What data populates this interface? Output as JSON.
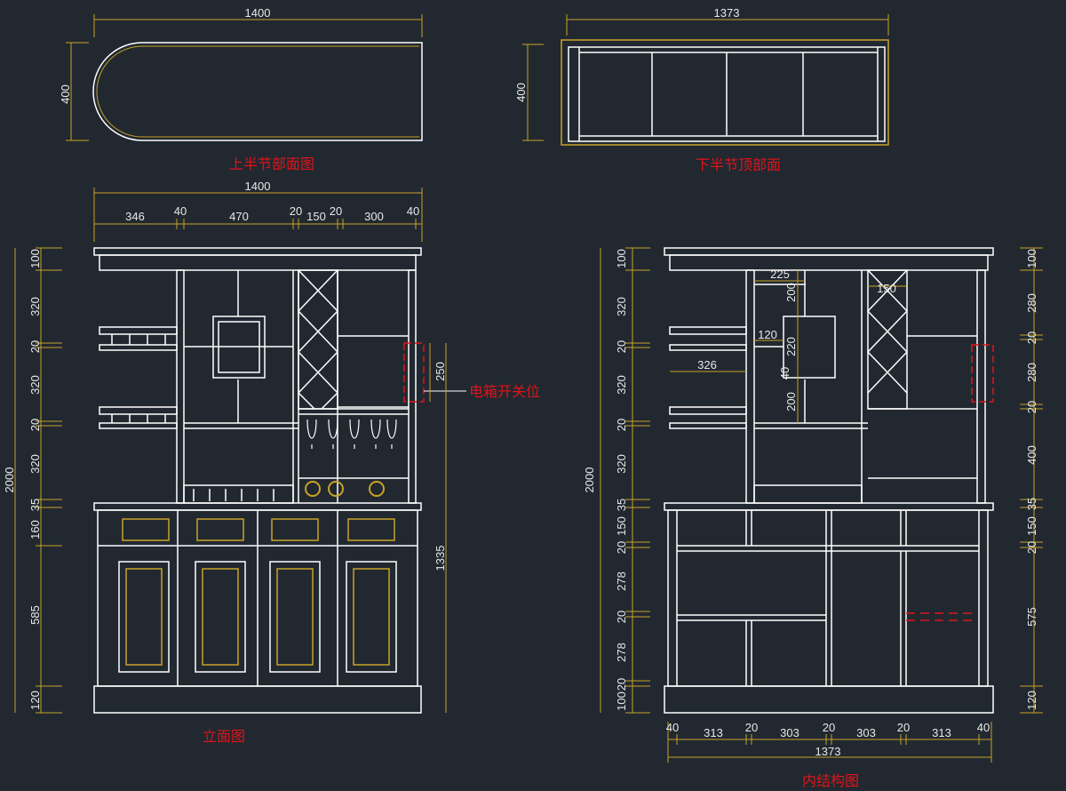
{
  "colors": {
    "background": "#212830",
    "line": "#ffffff",
    "dimension": "#c9a227",
    "label": "#e0141a",
    "text": "#e8e8e8"
  },
  "titles": {
    "top_left": "上半节部面图",
    "top_right": "下半节顶部面",
    "elevation": "立面图",
    "inner": "内结构图"
  },
  "labels": {
    "electric_box": "电箱开关位"
  },
  "top_left": {
    "width": "1400",
    "depth": "400"
  },
  "top_right": {
    "width": "1373",
    "depth": "400"
  },
  "elevation": {
    "overall_width": "1400",
    "top_dims": [
      "346",
      "40",
      "470",
      "20",
      "150",
      "20",
      "300",
      "40"
    ],
    "left_dims": [
      "100",
      "320",
      "20",
      "320",
      "20",
      "320",
      "35",
      "160",
      "585",
      "120"
    ],
    "overall_height": "2000",
    "right_dims": [
      "250",
      "1335"
    ]
  },
  "inner": {
    "overall_height": "2000",
    "left_dims": [
      "100",
      "320",
      "20",
      "320",
      "20",
      "320",
      "35",
      "150",
      "20",
      "278",
      "20",
      "278",
      "20",
      "100"
    ],
    "right_dims": [
      "100",
      "280",
      "20",
      "280",
      "20",
      "400",
      "35",
      "150",
      "20",
      "575",
      "120"
    ],
    "inner_dims": [
      "225",
      "150",
      "200",
      "120",
      "220",
      "326",
      "40",
      "200"
    ],
    "bottom_dims": [
      "40",
      "313",
      "20",
      "303",
      "20",
      "303",
      "20",
      "313",
      "40"
    ],
    "bottom_width": "1373"
  }
}
